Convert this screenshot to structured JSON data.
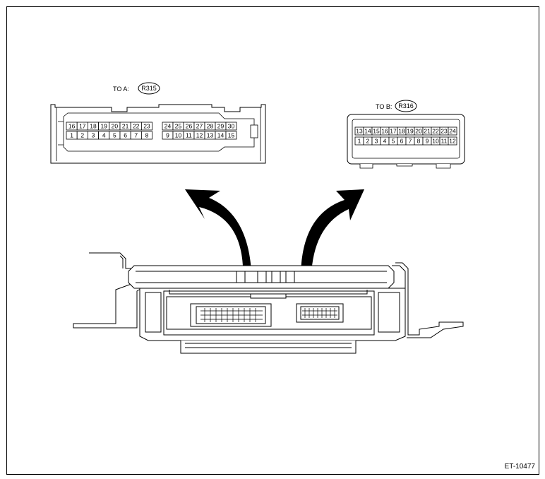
{
  "connector_a": {
    "label": "TO A:",
    "code": "R315",
    "left_top": [
      "16",
      "17",
      "18",
      "19",
      "20",
      "21",
      "22",
      "23"
    ],
    "left_bottom": [
      "1",
      "2",
      "3",
      "4",
      "5",
      "6",
      "7",
      "8"
    ],
    "right_top": [
      "24",
      "25",
      "26",
      "27",
      "28",
      "29",
      "30"
    ],
    "right_bottom": [
      "9",
      "10",
      "11",
      "12",
      "13",
      "14",
      "15"
    ]
  },
  "connector_b": {
    "label": "TO B:",
    "code": "R316",
    "top": [
      "13",
      "14",
      "15",
      "16",
      "17",
      "18",
      "19",
      "20",
      "21",
      "22",
      "23",
      "24"
    ],
    "bottom": [
      "1",
      "2",
      "3",
      "4",
      "5",
      "6",
      "7",
      "8",
      "9",
      "10",
      "11",
      "12"
    ]
  },
  "figure_id": "ET-10477"
}
